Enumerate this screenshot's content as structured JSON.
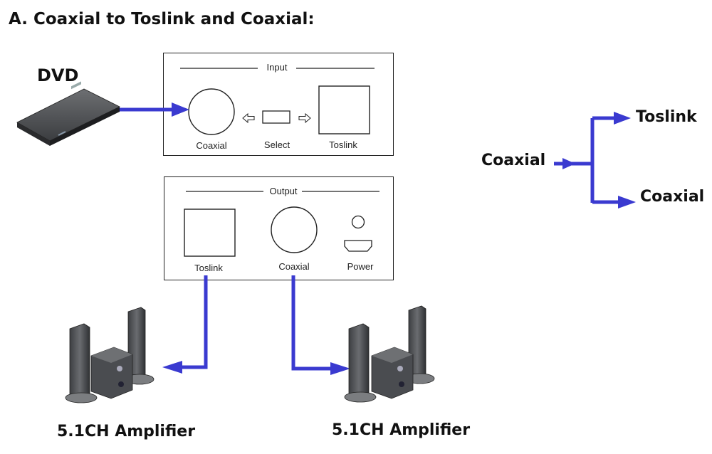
{
  "title": "A. Coaxial to Toslink and Coaxial:",
  "source_label": "DVD",
  "input_panel": {
    "header": "Input",
    "coaxial_label": "Coaxial",
    "select_label": "Select",
    "toslink_label": "Toslink"
  },
  "output_panel": {
    "header": "Output",
    "toslink_label": "Toslink",
    "coaxial_label": "Coaxial",
    "power_label": "Power"
  },
  "amplifiers": [
    {
      "label": "5.1CH Amplifier"
    },
    {
      "label": "5.1CH Amplifier"
    }
  ],
  "signal_flow": {
    "input": "Coaxial",
    "outputs": [
      "Toslink",
      "Coaxial"
    ]
  },
  "colors": {
    "connector": "#3a3ad0",
    "text": "#111111",
    "panel_border": "#222222"
  },
  "icons": [
    "dvd-player-icon",
    "speaker-system-icon",
    "hdmi-power-port-icon"
  ]
}
